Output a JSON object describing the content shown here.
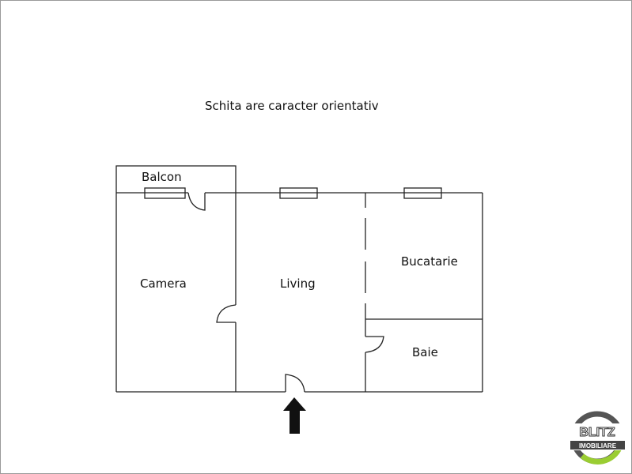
{
  "title": "Schita are caracter orientativ",
  "rooms": {
    "balcon": "Balcon",
    "camera": "Camera",
    "living": "Living",
    "bucatarie": "Bucatarie",
    "baie": "Baie"
  },
  "logo": {
    "text": "BLITZ",
    "subtext": "IMOBILIARE",
    "ring_color": "#555555",
    "accent_color": "#9acd32"
  },
  "icons": {
    "entrance": "arrow-up-icon"
  }
}
